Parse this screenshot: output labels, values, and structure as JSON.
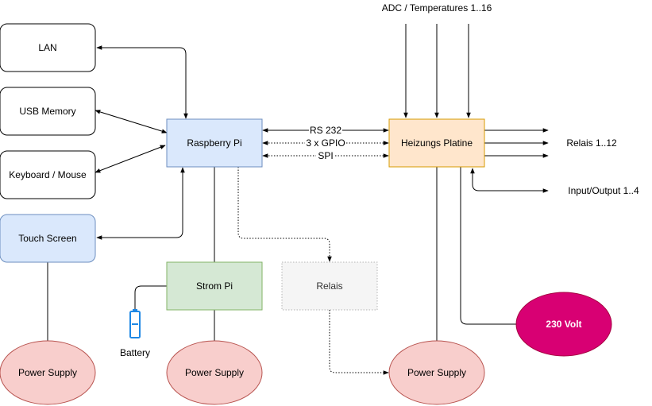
{
  "diagram": {
    "nodes": {
      "lan": "LAN",
      "usb": "USB Memory",
      "keyboard": "Keyboard / Mouse",
      "touch": "Touch Screen",
      "pi": "Raspberry Pi",
      "strompi": "Strom Pi",
      "relais": "Relais",
      "platine": "Heizungs Platine",
      "volt": "230 Volt",
      "ps1": "Power Supply",
      "ps2": "Power Supply",
      "ps3": "Power Supply"
    },
    "labels": {
      "adc": "ADC / Temperatures 1..16",
      "rs232": "RS 232",
      "gpio": "3 x GPIO",
      "spi": "SPI",
      "relais_out": "Relais 1..12",
      "io": "Input/Output 1..4",
      "battery": "Battery"
    },
    "colors": {
      "white_fill": "#ffffff",
      "blue_fill": "#dae8fc",
      "blue_stroke": "#6c8ebf",
      "green_fill": "#d5e8d4",
      "green_stroke": "#82b366",
      "gray_fill": "#f5f5f5",
      "gray_stroke": "#b3b3b3",
      "orange_fill": "#ffe6cc",
      "orange_stroke": "#d79b00",
      "red_fill": "#f8cecc",
      "red_stroke": "#b85450",
      "magenta": "#d80073",
      "battery_blue": "#1e88e5"
    }
  }
}
